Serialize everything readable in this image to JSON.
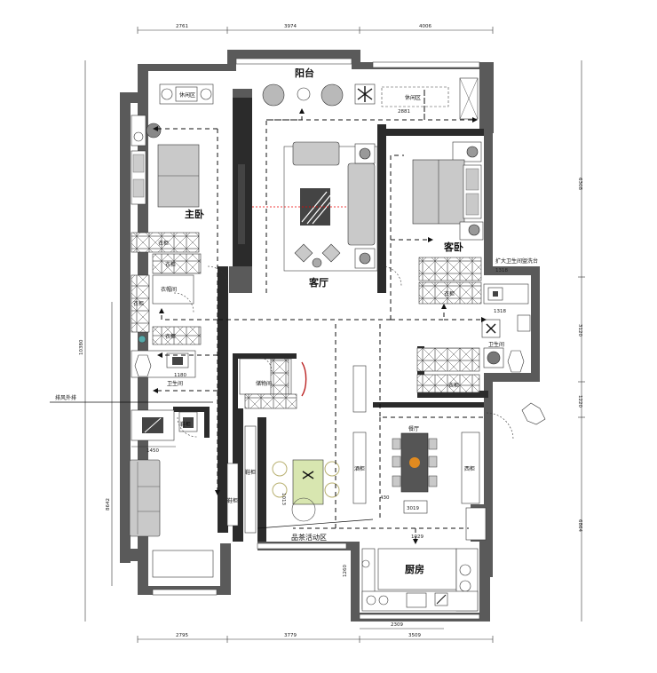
{
  "dimensions": {
    "top": [
      "2761",
      "3974",
      "4006"
    ],
    "bottom": [
      "2795",
      "3779",
      "3509"
    ],
    "bottom_inner": "2309",
    "left": [
      "10380",
      "8642"
    ],
    "right": [
      "6308",
      "3120",
      "1220",
      "6864"
    ],
    "balcony_leisure": "2881",
    "guest_bath_top": "1318",
    "guest_bath_mid": "1318",
    "master_bath": "1180",
    "wash_area": "1450",
    "dining": "3019",
    "dining_side": "430",
    "tea_area": "1013",
    "kitchen_entry": "1029",
    "kitchen_side": "1260"
  },
  "rooms": {
    "balcony": "阳台",
    "living": "客厅",
    "master": "主卧",
    "guest": "客卧",
    "kitchen": "厨房",
    "tea": "品茶活动区",
    "guest_bath": "卫生间"
  },
  "labels": {
    "leisure_left": "休闲区",
    "leisure_right": "休闲区",
    "wardrobe": "衣柜",
    "walk_in": "衣帽间",
    "master_bath": "卫生间",
    "storage": "储物间",
    "shoe": "鞋柜",
    "wine": "酒柜",
    "west": "西柜",
    "dining": "餐厅",
    "guest_note": "扩大卫生间盥洗台",
    "exhaust": "排风外排"
  },
  "colors": {
    "wall": "#5a5a5a",
    "wall_dark": "#2b2b2b",
    "furniture": "#c9c9c9",
    "route": "#111111",
    "tea_table": "#d8e6b0"
  }
}
